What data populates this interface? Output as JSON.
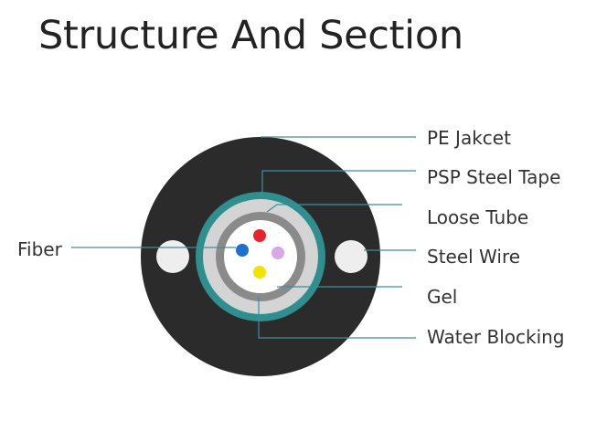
{
  "title": "Structure And Section",
  "labels": {
    "pe_jacket": "PE Jakcet",
    "psp_steel_tape": "PSP Steel Tape",
    "loose_tube": "Loose Tube",
    "steel_wire": "Steel Wire",
    "gel": "Gel",
    "water_blocking": "Water Blocking",
    "fiber": "Fiber"
  },
  "colors": {
    "jacket": "#2b2b2b",
    "steel_tape": "#2f8e8e",
    "water_blocking": "#d4d4d4",
    "loose_tube": "#8a8a8a",
    "gel": "#ffffff",
    "steel_wire": "#eeeeee",
    "leader_line": "#3a8f9a",
    "fiber_colors": [
      "#e8232b",
      "#1f6fd1",
      "#d9a6e6",
      "#f2e200"
    ]
  }
}
